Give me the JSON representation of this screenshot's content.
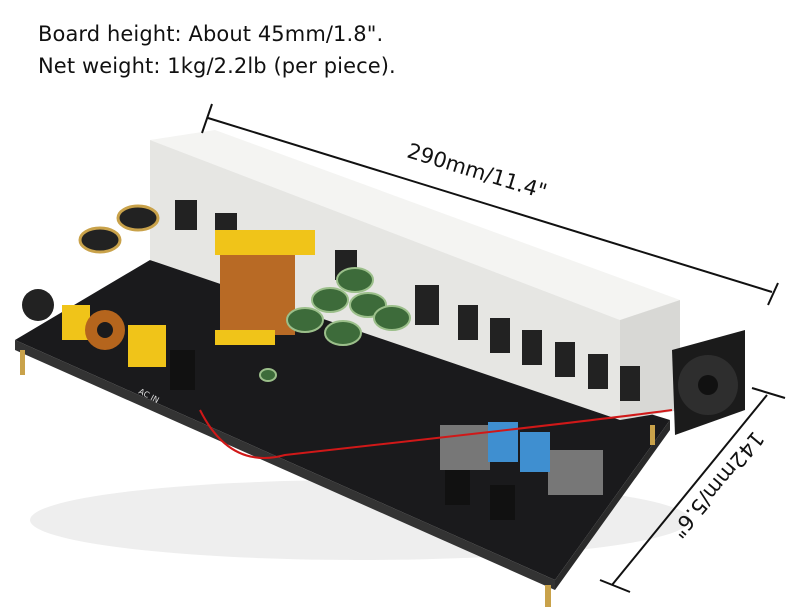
{
  "captions": {
    "board_height": "Board height: About 45mm/1.8\".",
    "net_weight": "Net weight: 1kg/2.2lb (per piece)."
  },
  "dimensions": {
    "length": "290mm/11.4\"",
    "width": "142mm/5.6\""
  },
  "silkscreen": {
    "ac_in": "AC IN"
  },
  "colors": {
    "pcb": "#1a1a1c",
    "heatsink": "#e9e9e6",
    "capacitor": "#3d6b3a",
    "transformer_core": "#f0c419",
    "film_cap": "#3f8fd0",
    "wire": "#d01818"
  }
}
